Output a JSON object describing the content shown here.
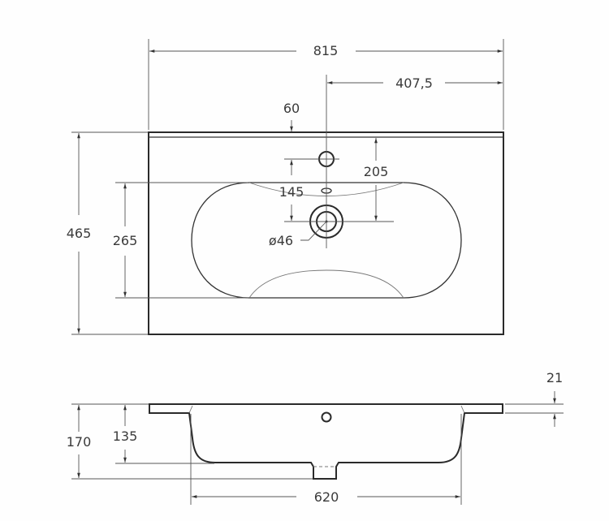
{
  "drawing": {
    "title": "Washbasin technical drawing",
    "units": "mm",
    "colors": {
      "line": "#2a2a2a",
      "dimension": "#555555",
      "text": "#3a3a3a",
      "background": "#fefefe"
    },
    "top_view": {
      "overall_width": "815",
      "half_width": "407,5",
      "overall_depth": "465",
      "bowl_depth": "265",
      "tap_hole_offset": "60",
      "tap_to_drain": "145",
      "edge_to_drain": "205",
      "drain_diameter": "ø46"
    },
    "side_view": {
      "overall_height": "170",
      "bowl_height": "135",
      "rim_thickness": "21",
      "bowl_width": "620"
    }
  }
}
